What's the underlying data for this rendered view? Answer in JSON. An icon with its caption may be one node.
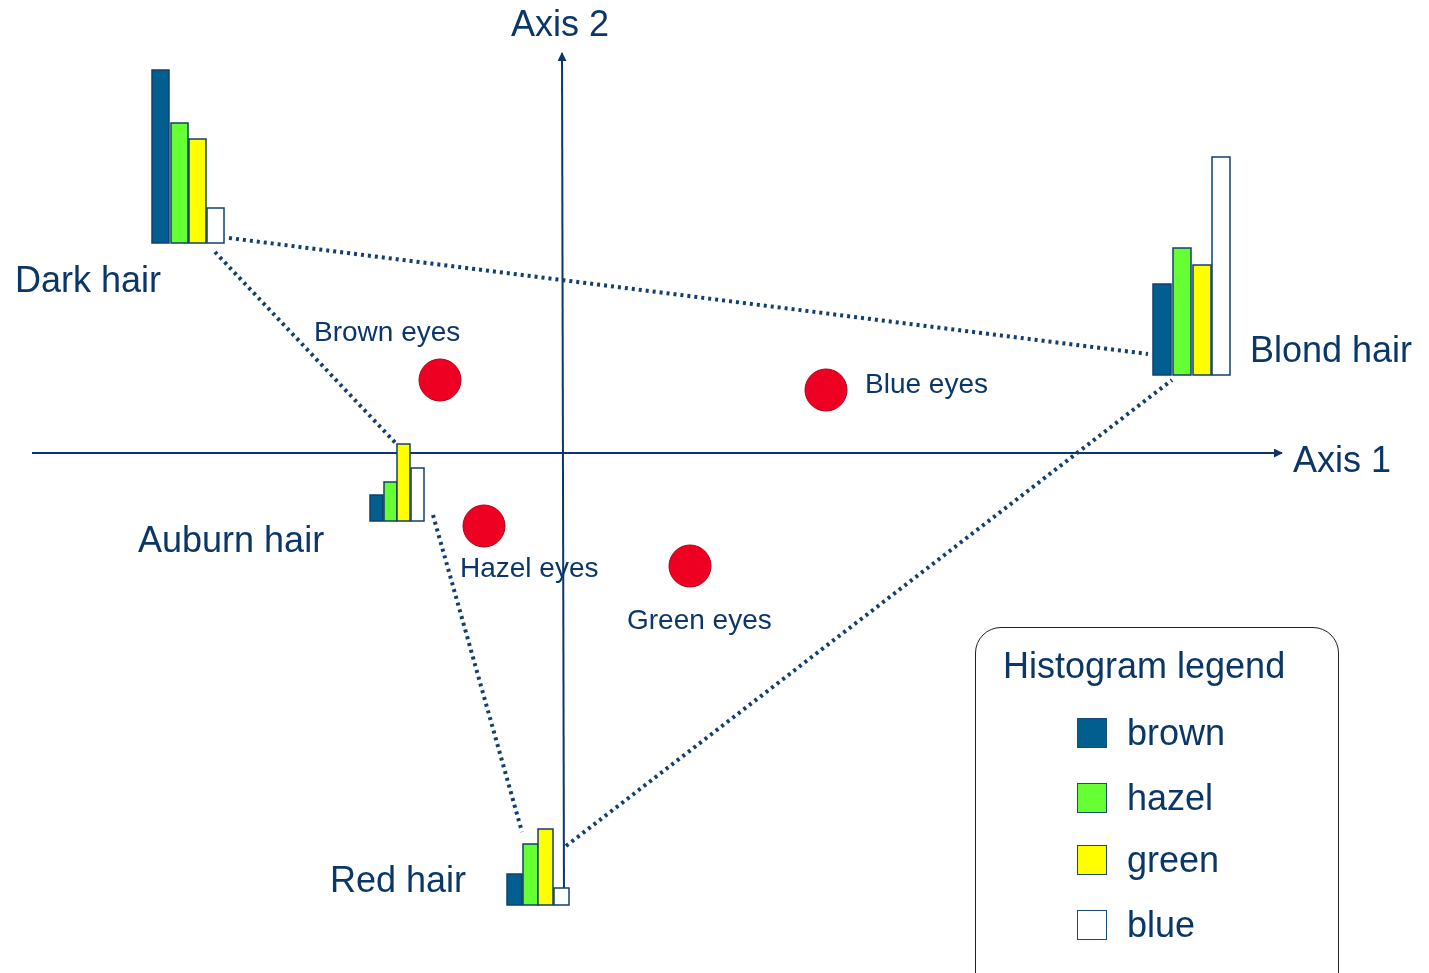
{
  "diagram": {
    "nodes": [
      {
        "text": [
          "Dark hair"
        ]
      },
      {
        "text": [
          "Brown eyes"
        ]
      },
      {
        "text": [
          "Blond hair"
        ]
      },
      {
        "text": [
          "Blue eyes"
        ]
      },
      {
        "text": [
          "Auburn hair"
        ]
      },
      {
        "text": [
          "Hazel eyes"
        ]
      },
      {
        "text": [
          "Green eyes"
        ]
      },
      {
        "text": [
          "Red hair"
        ]
      }
    ],
    "edges": [
      {
        "from": 0,
        "to": 2,
        "arrow": "none"
      },
      {
        "from": 0,
        "to": 4,
        "arrow": "none"
      },
      {
        "from": 4,
        "to": 7,
        "arrow": "none"
      },
      {
        "from": 7,
        "to": 2,
        "arrow": "none"
      }
    ],
    "labels": [
      "Axis 2",
      "Axis 1",
      "Histogram legend"
    ],
    "legend": [
      {
        "text": "brown",
        "color": "#005f8f"
      },
      {
        "text": "hazel",
        "color": "#66ff33"
      },
      {
        "text": "green",
        "color": "#ffff00"
      },
      {
        "text": "blue",
        "color": "#ffffff"
      }
    ]
  }
}
